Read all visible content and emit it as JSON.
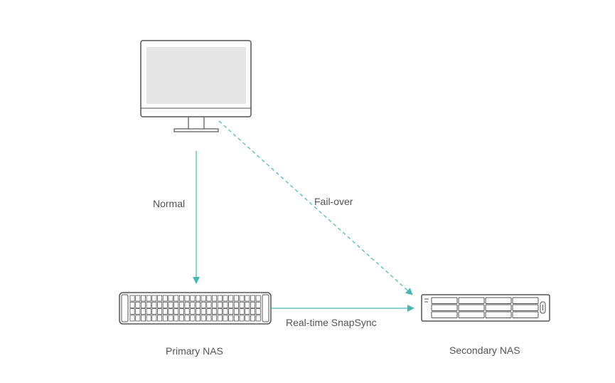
{
  "labels": {
    "normal": "Normal",
    "failover": "Fail-over",
    "snapsync": "Real-time SnapSync",
    "primary_nas": "Primary NAS",
    "secondary_nas": "Secondary NAS"
  },
  "icons": {
    "client": "computer-monitor-icon",
    "primary": "rack-nas-icon",
    "secondary": "rack-nas-icon"
  },
  "colors": {
    "arrow": "#46b8b0",
    "device_outline": "#555555",
    "screen_fill": "#e6e6e6",
    "label_text": "#555555"
  }
}
